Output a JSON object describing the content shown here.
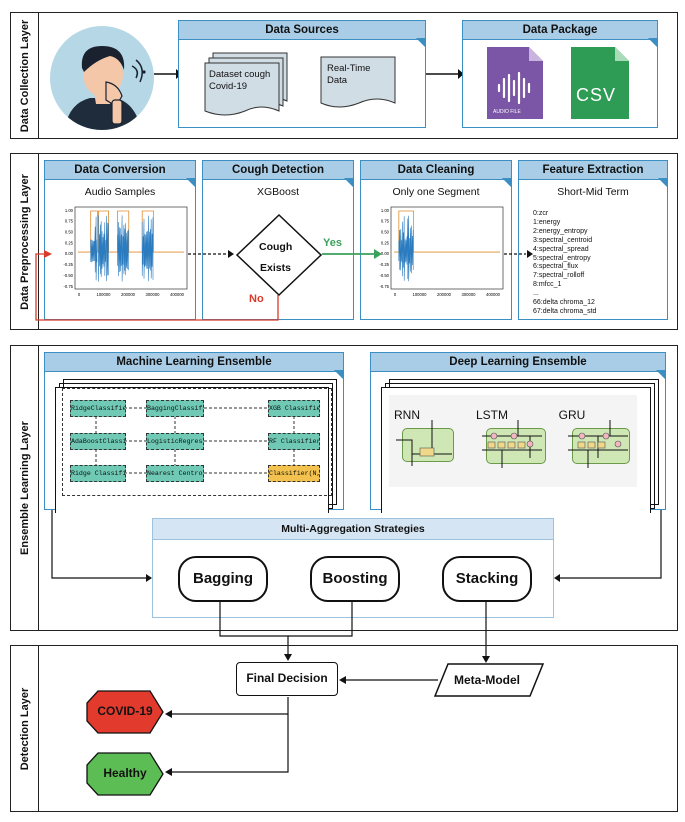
{
  "layers": {
    "collection": "Data Collection Layer",
    "preprocessing": "Data Preprocessing Layer",
    "ensemble": "Ensemble Learning Layer",
    "detection": "Detection Layer"
  },
  "data_sources": {
    "title": "Data Sources",
    "doc1": [
      "Dataset cough",
      "Covid-19"
    ],
    "doc2": [
      "Real-Time",
      "Data"
    ]
  },
  "data_package": {
    "title": "Data Package",
    "audio_caption": "AUDIO FILE",
    "csv_label": "CSV"
  },
  "conversion": {
    "title": "Data Conversion",
    "subtitle": "Audio Samples"
  },
  "cough_detection": {
    "title": "Cough Detection",
    "subtitle": "XGBoost",
    "decision": [
      "Cough",
      "Exists"
    ],
    "yes": "Yes",
    "no": "No"
  },
  "cleaning": {
    "title": "Data Cleaning",
    "subtitle": "Only one Segment"
  },
  "feature_extraction": {
    "title": "Feature Extraction",
    "subtitle": "Short-Mid Term",
    "features": [
      "0:zcr",
      "1:energy",
      "2:energy_entropy",
      "3:spectral_centroid",
      "4:spectral_spread",
      "5:spectral_entropy",
      "6:spectral_flux",
      "7:spectral_rolloff",
      "8:mfcc_1",
      "...",
      "66:delta chroma_12",
      "67:delta chroma_std"
    ]
  },
  "plot_conversion": {
    "yticks": [
      "1.00",
      "0.75",
      "0.50",
      "0.25",
      "0.00",
      "-0.25",
      "-0.50",
      "-0.75"
    ],
    "xticks": [
      "0",
      "100000",
      "200000",
      "300000",
      "400000"
    ]
  },
  "plot_cleaning": {
    "yticks": [
      "1.00",
      "0.75",
      "0.50",
      "0.25",
      "0.00",
      "-0.25",
      "-0.50",
      "-0.75"
    ],
    "xticks": [
      "0",
      "100000",
      "200000",
      "300000",
      "400000"
    ]
  },
  "ml_ensemble": {
    "title": "Machine Learning Ensemble",
    "classifiers": [
      [
        "RidgeClassifierCV",
        "BaggingClassifier",
        "XGB Classifier"
      ],
      [
        "AdaBoostClassifier",
        "LogisticRegression",
        "RF Classifier"
      ],
      [
        "Ridge Classifier",
        "Nearest Centroid",
        "Classifier(N,M)"
      ]
    ]
  },
  "dl_ensemble": {
    "title": "Deep Learning Ensemble",
    "models": [
      "RNN",
      "LSTM",
      "GRU"
    ]
  },
  "aggregation": {
    "title": "Multi-Aggregation Strategies",
    "strategies": [
      "Bagging",
      "Boosting",
      "Stacking"
    ]
  },
  "detection": {
    "final_decision": "Final Decision",
    "meta_model": "Meta-Model",
    "covid": "COVID-19",
    "healthy": "Healthy"
  },
  "colors": {
    "panel_border": "#3c8fc2",
    "panel_head": "#a9cde6",
    "audio": "#7b55a6",
    "csv": "#2e9c55",
    "covid": "#e23b2e",
    "healthy": "#5cbd54",
    "yes_arrow": "#3aa15c",
    "no_path": "#d93a2b",
    "classifier": "#6fc9b5",
    "classifier_highlight": "#f2c14e"
  }
}
